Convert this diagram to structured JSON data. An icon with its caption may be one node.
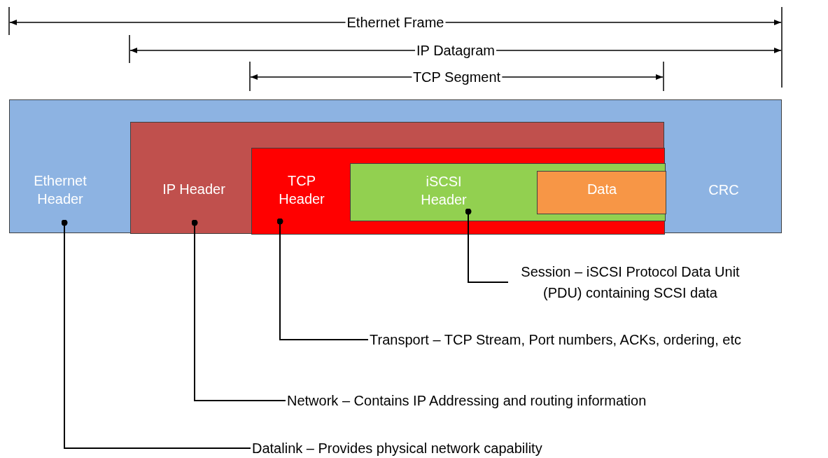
{
  "diagram": {
    "nodes": [
      {
        "text": [
          "Ethernet Header",
          "CRC"
        ]
      },
      {
        "text": [
          "IP Header"
        ],
        "in": 0
      },
      {
        "text": [
          "TCP Header"
        ],
        "in": 1
      },
      {
        "text": [
          "iSCSI Header"
        ],
        "in": 2
      },
      {
        "text": [
          "Data"
        ],
        "in": 3
      },
      {
        "text": [
          "Session – iSCSI Protocol Data Unit (PDU) containing SCSI data"
        ]
      },
      {
        "text": [
          "Transport – TCP Stream, Port numbers, ACKs, ordering, etc"
        ]
      },
      {
        "text": [
          "Network – Contains IP Addressing and routing information"
        ]
      },
      {
        "text": [
          "Datalink – Provides physical network capability"
        ]
      }
    ],
    "edges": [
      {
        "from": 5,
        "to": 3,
        "arrow": "other"
      },
      {
        "from": 6,
        "to": 2,
        "arrow": "other"
      },
      {
        "from": 7,
        "to": 1,
        "arrow": "other"
      },
      {
        "from": 8,
        "to": 0,
        "arrow": "other"
      }
    ],
    "labels": [
      "Ethernet Frame",
      "IP Datagram",
      "TCP Segment"
    ]
  }
}
